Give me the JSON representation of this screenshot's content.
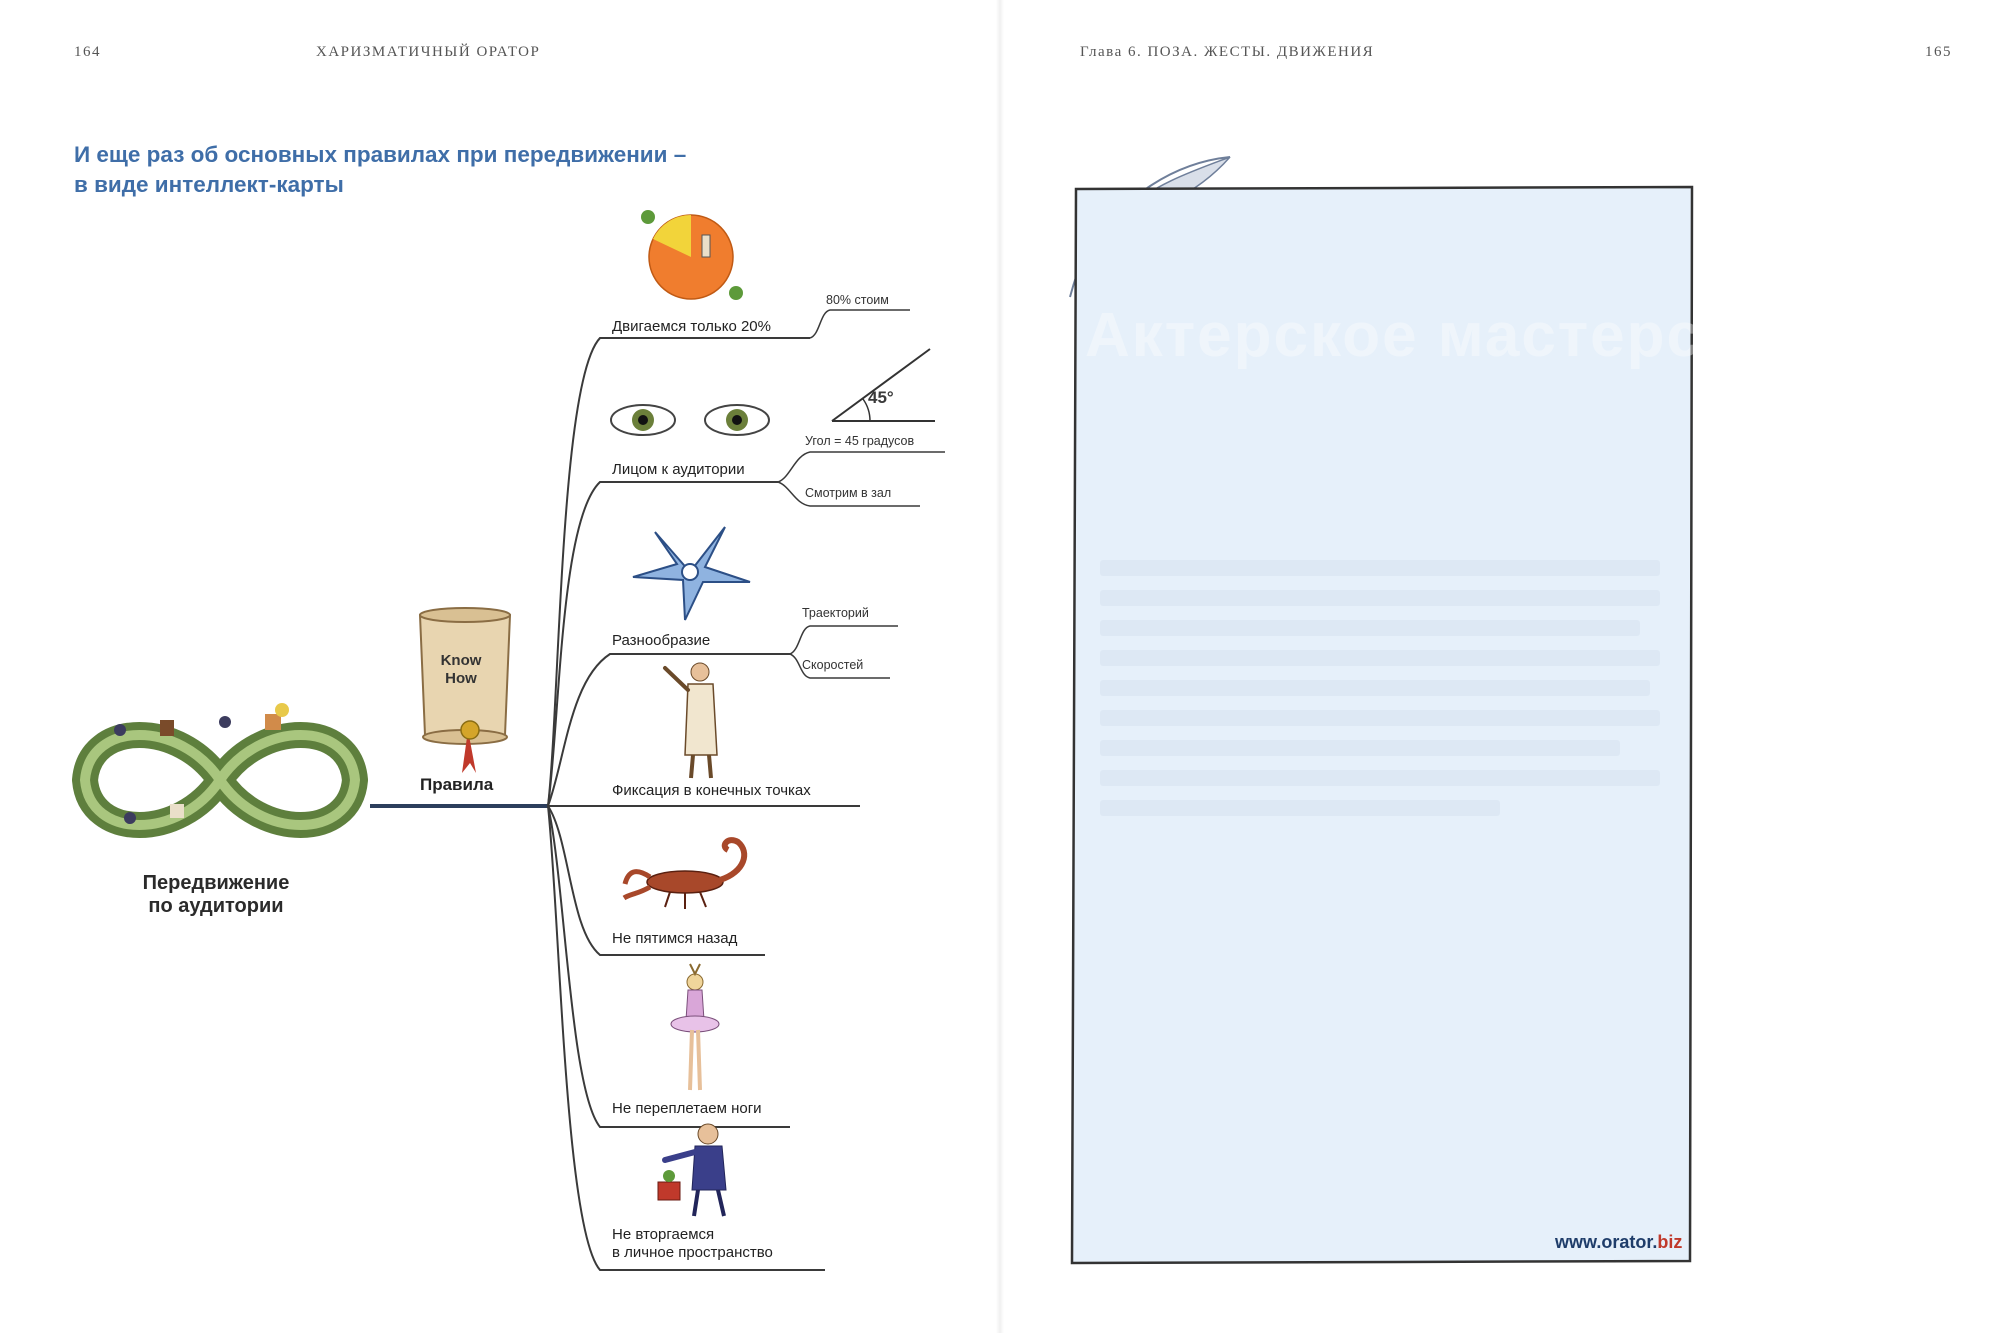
{
  "header": {
    "left_page_number": "164",
    "left_running_title": "ХАРИЗМАТИЧНЫЙ ОРАТОР",
    "right_running_title": "Глава 6.  ПОЗА. ЖЕСТЫ. ДВИЖЕНИЯ",
    "right_page_number": "165"
  },
  "heading": {
    "line1": "И еще раз об основных правилах при передвижении –",
    "line2": "в виде интеллект-карты"
  },
  "mindmap": {
    "center_line1": "Передвижение",
    "center_line2": "по аудитории",
    "scroll_line1": "Know",
    "scroll_line2": "How",
    "rules_label": "Правила",
    "branches": [
      {
        "label": "Двигаемся только 20%",
        "sub": [
          "80% стоим"
        ],
        "icon": "pie-chart-icon"
      },
      {
        "label": "Лицом к аудитории",
        "sub": [
          "Угол = 45 градусов",
          "Смотрим в зал"
        ],
        "icon": "eyes-icon",
        "angle_label": "45°"
      },
      {
        "label": "Разнообразие",
        "sub": [
          "Траекторий",
          "Скоростей"
        ],
        "icon": "shuriken-icon"
      },
      {
        "label": "Фиксация в конечных точках",
        "sub": [],
        "icon": "orator-figure-icon"
      },
      {
        "label": "Не пятимся назад",
        "sub": [],
        "icon": "scorpion-icon"
      },
      {
        "label": "Не переплетаем ноги",
        "sub": [],
        "icon": "ballerina-icon"
      },
      {
        "label_line1": "Не вторгаемся",
        "label_line2": "в личное пространство",
        "sub": [],
        "icon": "personal-space-icon"
      }
    ]
  },
  "right_page": {
    "url_main": "www.orator.",
    "url_tld": "biz",
    "watermark": "Актерское мастерство"
  },
  "colors": {
    "heading": "#3f6ea8",
    "panel": "#e6f0fa",
    "branch_line": "#3a3a3a"
  }
}
